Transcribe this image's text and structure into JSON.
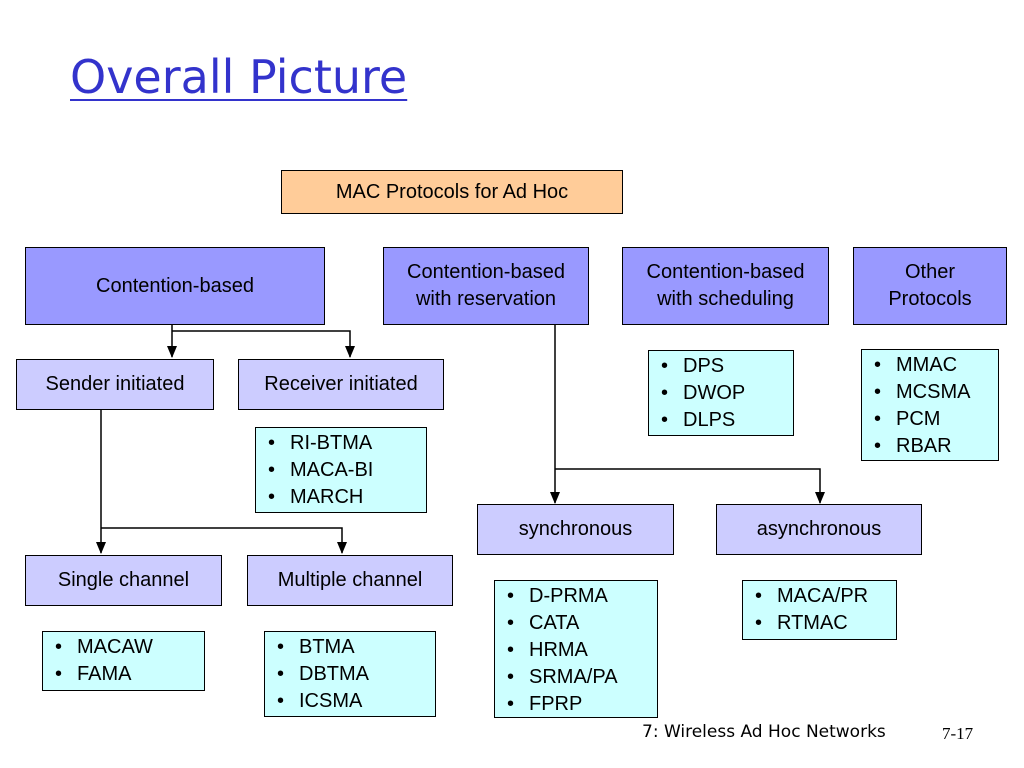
{
  "title": "Overall Picture",
  "root": "MAC Protocols for Ad Hoc",
  "categories": {
    "contention": "Contention-based",
    "reservation": [
      "Contention-based",
      "with reservation"
    ],
    "scheduling": [
      "Contention-based",
      "with scheduling"
    ],
    "other": [
      "Other",
      "Protocols"
    ]
  },
  "contention_children": {
    "sender": "Sender initiated",
    "receiver": "Receiver initiated"
  },
  "sender_children": {
    "single": "Single channel",
    "multiple": "Multiple channel"
  },
  "reservation_children": {
    "synchronous": "synchronous",
    "asynchronous": "asynchronous"
  },
  "lists": {
    "receiver": [
      "RI-BTMA",
      "MACA-BI",
      "MARCH"
    ],
    "single": [
      "MACAW",
      "FAMA"
    ],
    "multiple": [
      "BTMA",
      "DBTMA",
      "ICSMA"
    ],
    "scheduling": [
      "DPS",
      "DWOP",
      "DLPS"
    ],
    "other": [
      "MMAC",
      "MCSMA",
      "PCM",
      "RBAR"
    ],
    "synchronous": [
      "D-PRMA",
      "CATA",
      "HRMA",
      "SRMA/PA",
      "FPRP"
    ],
    "asynchronous": [
      "MACA/PR",
      "RTMAC"
    ]
  },
  "footer": "7: Wireless Ad Hoc Networks",
  "page_number": "7-17",
  "colors": {
    "title": "#3333cc",
    "root_fill": "#ffcc99",
    "category_fill": "#9999ff",
    "subcategory_fill": "#ccccff",
    "list_fill": "#ccffff"
  }
}
